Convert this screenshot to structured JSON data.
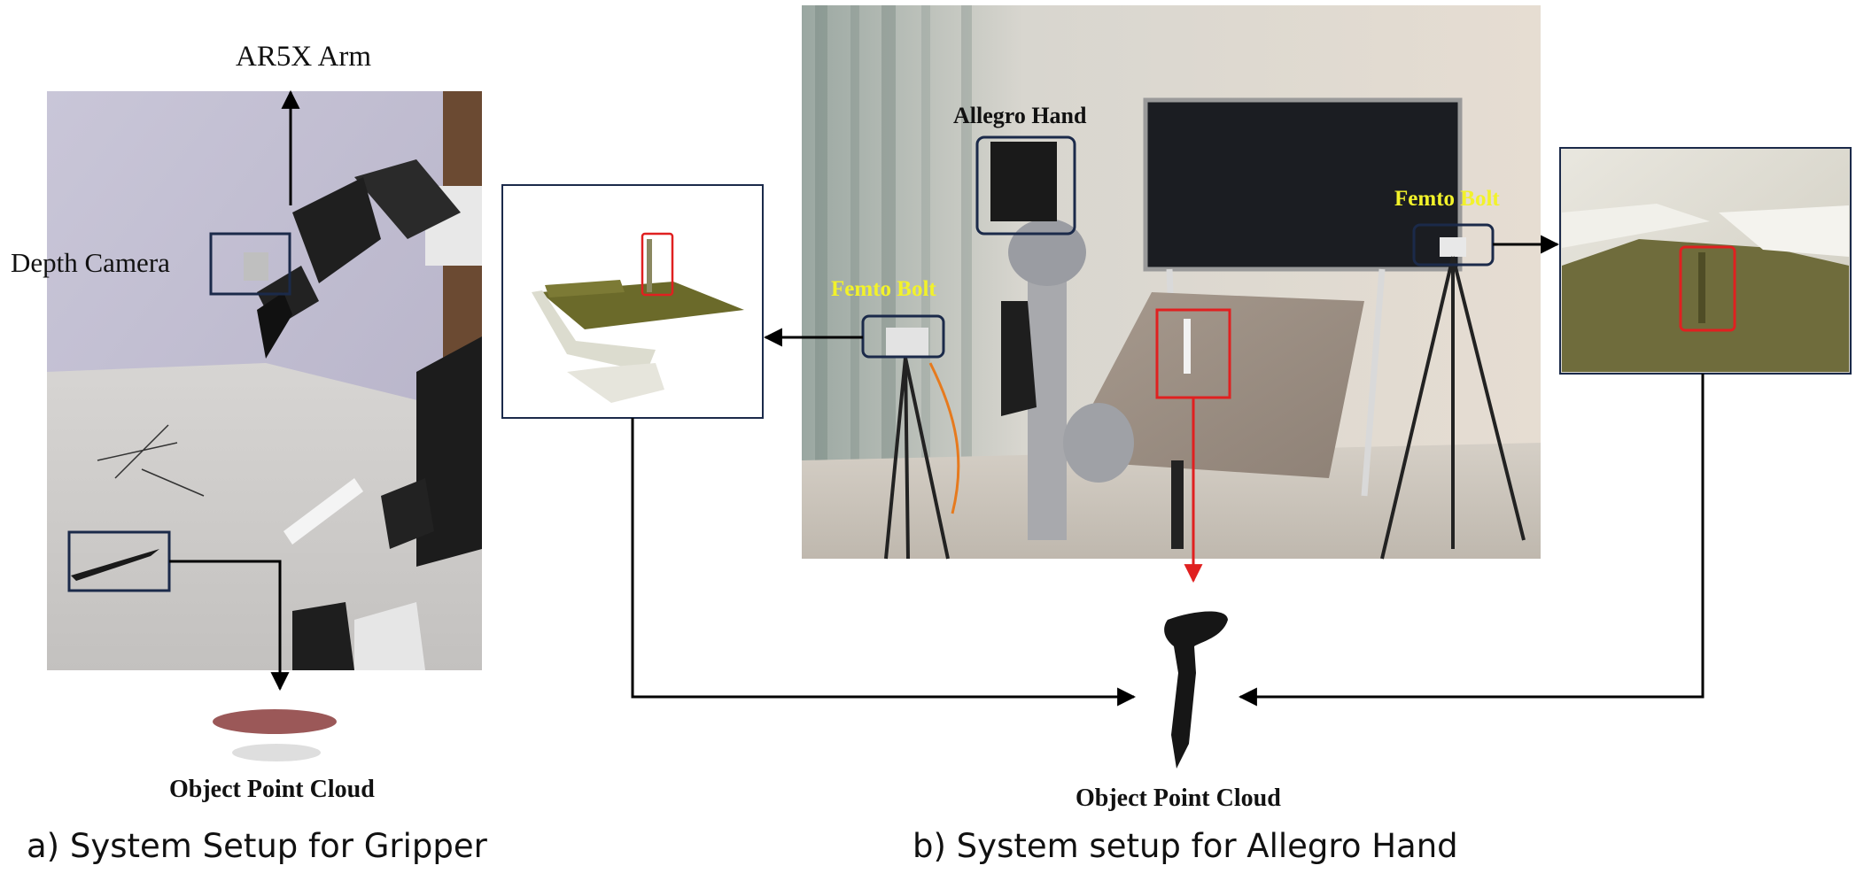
{
  "figure": {
    "gripper_panel": {
      "arm_label": "AR5X Arm",
      "camera_label": "Depth Camera",
      "cloud_label": "Object Point Cloud",
      "caption": "a) System Setup for Gripper"
    },
    "allegro_panel": {
      "hand_label": "Allegro Hand",
      "left_camera_label": "Femto Bolt",
      "right_camera_label": "Femto Bolt",
      "cloud_label": "Object Point Cloud",
      "caption": "b) System setup for Allegro Hand"
    },
    "colors": {
      "box_navy": "#1b2a4a",
      "box_red": "#e02020",
      "arrow_black": "#000000",
      "arrow_red": "#e02020",
      "label_yellow": "#f2f22a",
      "cloud_olive": "#6b6a2a"
    }
  }
}
